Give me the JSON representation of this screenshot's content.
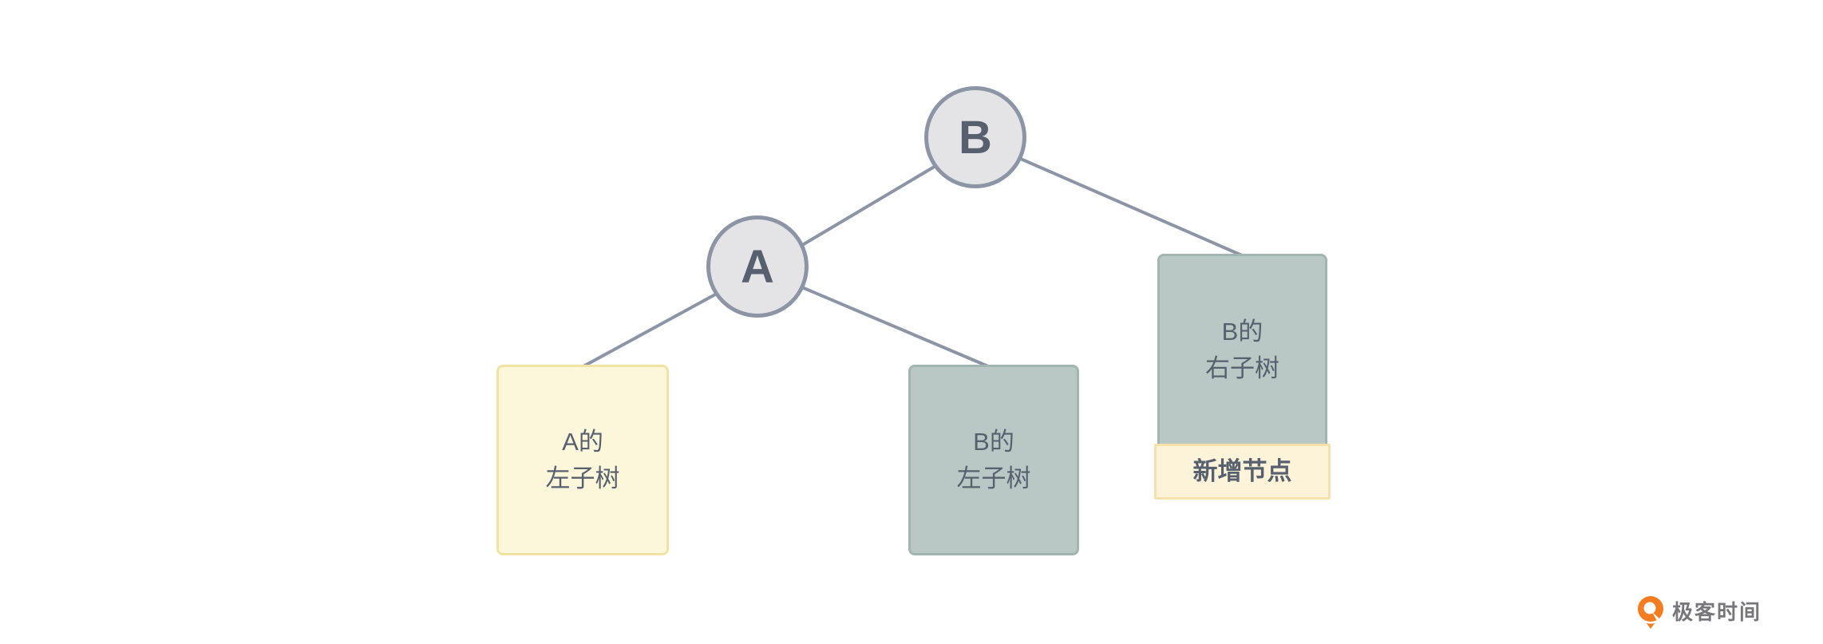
{
  "diagram": {
    "title": "binary-tree-right-rotation-before",
    "nodes": {
      "b": {
        "label": "B"
      },
      "a": {
        "label": "A"
      }
    },
    "boxes": {
      "a_left": {
        "label": "A的\n左子树"
      },
      "b_left": {
        "label": "B的\n左子树"
      },
      "b_right": {
        "label": "B的\n右子树"
      },
      "new_node": {
        "label": "新增节点"
      }
    },
    "edges": [
      {
        "from": "B",
        "to": "A"
      },
      {
        "from": "B",
        "to": "B的右子树"
      },
      {
        "from": "A",
        "to": "A的左子树"
      },
      {
        "from": "A",
        "to": "B的左子树"
      }
    ]
  },
  "colors": {
    "background": "#ffffff",
    "node_fill": "#e4e4e6",
    "node_border": "#8b95a5",
    "edge": "#8b95a5",
    "text": "#57606e",
    "yellow_fill": "#fcf7da",
    "yellow_border": "#f0e3a3",
    "green_fill": "#b9c8c4",
    "green_border": "#a2b6b1",
    "strip_fill": "#fdf3d9",
    "strip_border": "#f8e0ab",
    "logo_orange": "#f67c21",
    "logo_text": "#77767a"
  },
  "logo": {
    "brand": "极客时间"
  }
}
